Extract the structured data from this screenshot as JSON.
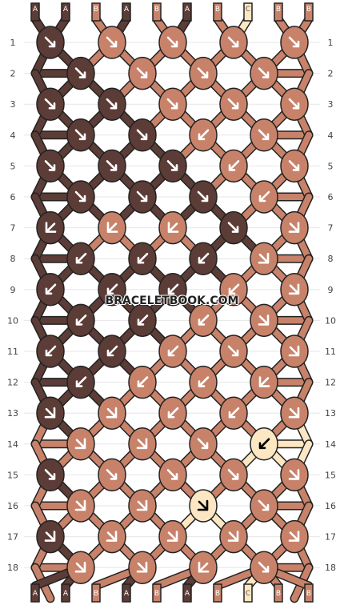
{
  "watermark": "BRACELETBOOK.COM",
  "colors": {
    "A": "#5c3c36",
    "B": "#c8826a",
    "C": "#fce7c2"
  },
  "strings_top": [
    "A",
    "A",
    "B",
    "A",
    "B",
    "A",
    "B",
    "C",
    "B",
    "B"
  ],
  "strings_bottom": [
    "A",
    "A",
    "B",
    "A",
    "B",
    "A",
    "B",
    "C",
    "B",
    "B"
  ],
  "row_labels": [
    "1",
    "2",
    "3",
    "4",
    "5",
    "6",
    "7",
    "8",
    "9",
    "10",
    "11",
    "12",
    "13",
    "14",
    "15",
    "16",
    "17",
    "18"
  ],
  "knots": [
    {
      "row": 1,
      "cells": [
        {
          "color": "A",
          "dir": "dr"
        },
        {
          "color": "B",
          "dir": "dr"
        },
        {
          "color": "B",
          "dir": "dr"
        },
        {
          "color": "B",
          "dir": "dr"
        },
        {
          "color": "B",
          "dir": "dr"
        }
      ]
    },
    {
      "row": 2,
      "cells": [
        {
          "color": "A",
          "dir": "dr"
        },
        {
          "color": "B",
          "dir": "dr"
        },
        {
          "color": "B",
          "dir": "dr"
        },
        {
          "color": "B",
          "dir": "dr"
        }
      ]
    },
    {
      "row": 3,
      "cells": [
        {
          "color": "A",
          "dir": "dr"
        },
        {
          "color": "A",
          "dir": "dr"
        },
        {
          "color": "B",
          "dir": "dr"
        },
        {
          "color": "B",
          "dir": "dr"
        },
        {
          "color": "B",
          "dir": "dr"
        }
      ]
    },
    {
      "row": 4,
      "cells": [
        {
          "color": "A",
          "dir": "dr"
        },
        {
          "color": "A",
          "dir": "dr"
        },
        {
          "color": "B",
          "dir": "dl"
        },
        {
          "color": "B",
          "dir": "dr"
        }
      ]
    },
    {
      "row": 5,
      "cells": [
        {
          "color": "A",
          "dir": "dr"
        },
        {
          "color": "A",
          "dir": "dr"
        },
        {
          "color": "A",
          "dir": "dr"
        },
        {
          "color": "B",
          "dir": "dl"
        },
        {
          "color": "B",
          "dir": "dr"
        }
      ]
    },
    {
      "row": 6,
      "cells": [
        {
          "color": "A",
          "dir": "dr"
        },
        {
          "color": "A",
          "dir": "dr"
        },
        {
          "color": "A",
          "dir": "dr"
        },
        {
          "color": "B",
          "dir": "dl"
        }
      ]
    },
    {
      "row": 7,
      "cells": [
        {
          "color": "A",
          "dir": "dR"
        },
        {
          "color": "B",
          "dir": "dR"
        },
        {
          "color": "B",
          "dir": "dR"
        },
        {
          "color": "A",
          "dir": "dr"
        },
        {
          "color": "B",
          "dir": "dL"
        }
      ]
    },
    {
      "row": 8,
      "cells": [
        {
          "color": "A",
          "dir": "dl"
        },
        {
          "color": "A",
          "dir": "dl"
        },
        {
          "color": "A",
          "dir": "dl"
        },
        {
          "color": "B",
          "dir": "dL"
        }
      ]
    },
    {
      "row": 9,
      "cells": [
        {
          "color": "A",
          "dir": "dl"
        },
        {
          "color": "A",
          "dir": "dl"
        },
        {
          "color": "A",
          "dir": "dl"
        },
        {
          "color": "B",
          "dir": "dl"
        },
        {
          "color": "B",
          "dir": "dL"
        }
      ]
    },
    {
      "row": 10,
      "cells": [
        {
          "color": "A",
          "dir": "dl"
        },
        {
          "color": "A",
          "dir": "dl"
        },
        {
          "color": "B",
          "dir": "dl"
        },
        {
          "color": "B",
          "dir": "dL"
        }
      ]
    },
    {
      "row": 11,
      "cells": [
        {
          "color": "A",
          "dir": "dl"
        },
        {
          "color": "A",
          "dir": "dl"
        },
        {
          "color": "B",
          "dir": "dl"
        },
        {
          "color": "B",
          "dir": "dr"
        },
        {
          "color": "B",
          "dir": "dL"
        }
      ]
    },
    {
      "row": 12,
      "cells": [
        {
          "color": "A",
          "dir": "dl"
        },
        {
          "color": "B",
          "dir": "dl"
        },
        {
          "color": "B",
          "dir": "dl"
        },
        {
          "color": "B",
          "dir": "dR"
        }
      ]
    },
    {
      "row": 13,
      "cells": [
        {
          "color": "A",
          "dir": "dL"
        },
        {
          "color": "B",
          "dir": "dL"
        },
        {
          "color": "B",
          "dir": "dl"
        },
        {
          "color": "B",
          "dir": "dl"
        },
        {
          "color": "B",
          "dir": "dL"
        }
      ]
    },
    {
      "row": 14,
      "cells": [
        {
          "color": "B",
          "dir": "dL"
        },
        {
          "color": "B",
          "dir": "dL"
        },
        {
          "color": "B",
          "dir": "dr"
        },
        {
          "color": "C",
          "dir": "dl"
        }
      ]
    },
    {
      "row": 15,
      "cells": [
        {
          "color": "A",
          "dir": "dr"
        },
        {
          "color": "B",
          "dir": "dr"
        },
        {
          "color": "B",
          "dir": "dr"
        },
        {
          "color": "B",
          "dir": "dr"
        },
        {
          "color": "B",
          "dir": "dL"
        }
      ]
    },
    {
      "row": 16,
      "cells": [
        {
          "color": "B",
          "dir": "dL"
        },
        {
          "color": "B",
          "dir": "dL"
        },
        {
          "color": "C",
          "dir": "dL"
        },
        {
          "color": "B",
          "dir": "dr"
        }
      ]
    },
    {
      "row": 17,
      "cells": [
        {
          "color": "A",
          "dir": "dL"
        },
        {
          "color": "B",
          "dir": "dL"
        },
        {
          "color": "B",
          "dir": "dL"
        },
        {
          "color": "B",
          "dir": "dL"
        },
        {
          "color": "B",
          "dir": "dL"
        }
      ]
    },
    {
      "row": 18,
      "cells": [
        {
          "color": "B",
          "dir": "dL"
        },
        {
          "color": "B",
          "dir": "dL"
        },
        {
          "color": "B",
          "dir": "dR"
        },
        {
          "color": "B",
          "dir": "dr"
        }
      ]
    }
  ]
}
